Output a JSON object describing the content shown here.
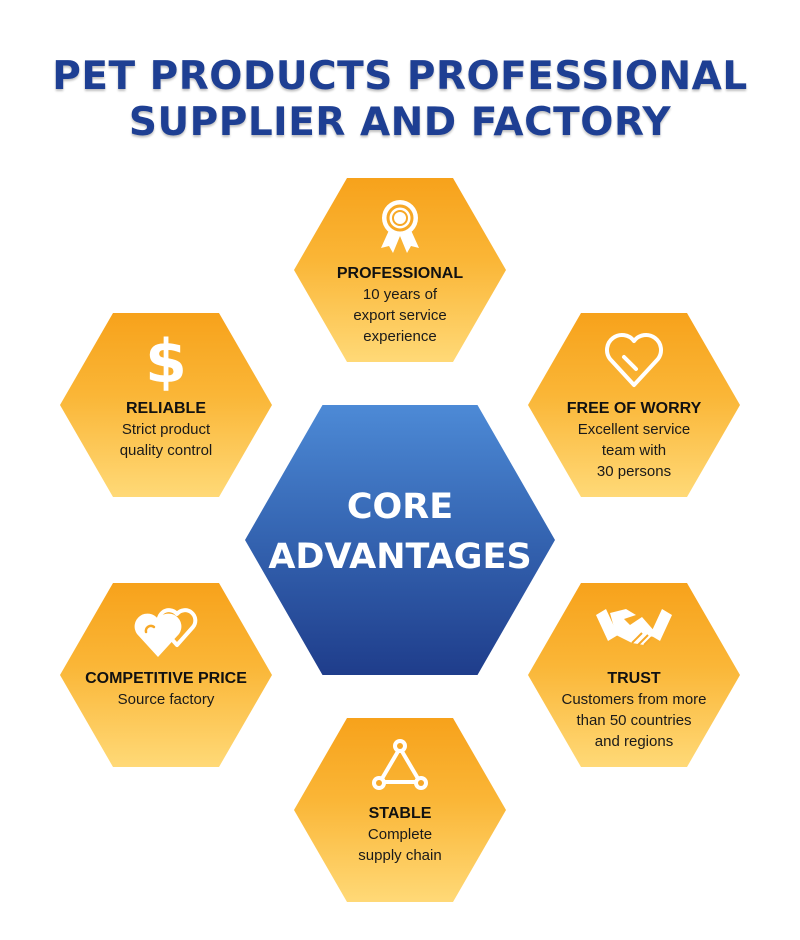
{
  "title": {
    "line1": "PET PRODUCTS PROFESSIONAL",
    "line2": "SUPPLIER AND FACTORY"
  },
  "center": {
    "line1": "CORE",
    "line2": "ADVANTAGES"
  },
  "colors": {
    "title": "#1e3f93",
    "hex_top": "#f7a21b",
    "hex_bottom": "#ffd977",
    "center_top": "#4d8ad6",
    "center_bottom": "#1f3d8b"
  },
  "advantages": [
    {
      "icon": "award-ribbon-icon",
      "title": "PROFESSIONAL",
      "desc": [
        "10 years of",
        "export service",
        "experience"
      ]
    },
    {
      "icon": "dollar-sign-icon",
      "title": "RELIABLE",
      "desc": [
        "Strict product",
        "quality control"
      ]
    },
    {
      "icon": "heart-outline-icon",
      "title": "FREE OF WORRY",
      "desc": [
        "Excellent service",
        "team with",
        "30 persons"
      ]
    },
    {
      "icon": "two-hearts-icon",
      "title": "COMPETITIVE PRICE",
      "desc": [
        "Source factory"
      ]
    },
    {
      "icon": "handshake-icon",
      "title": "TRUST",
      "desc": [
        "Customers from more",
        "than 50 countries",
        "and regions"
      ]
    },
    {
      "icon": "triangle-nodes-icon",
      "title": "STABLE",
      "desc": [
        "Complete",
        "supply chain"
      ]
    }
  ]
}
